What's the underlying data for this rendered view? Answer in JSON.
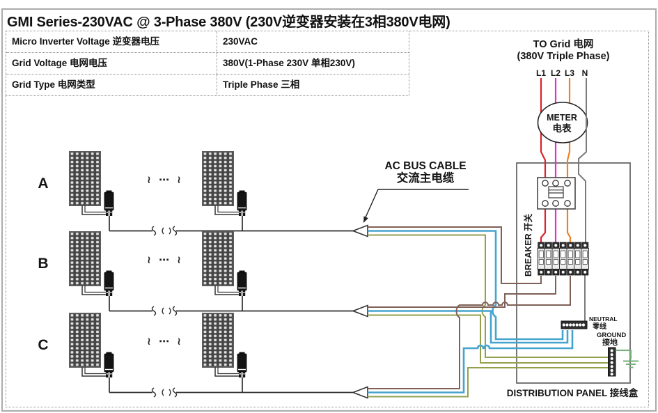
{
  "title": "GMI Series-230VAC @ 3-Phase 380V (230V逆变器安装在3相380V电网)",
  "spec_table": {
    "rows": [
      {
        "label": "Micro Inverter Voltage 逆变器电压",
        "value": "230VAC"
      },
      {
        "label": "Grid  Voltage 电网电压",
        "value": "380V(1-Phase 230V 单相230V)"
      },
      {
        "label": "Grid Type 电网类型",
        "value": "Triple Phase 三相"
      }
    ]
  },
  "grid_feed": {
    "heading_line1": "TO Grid 电网",
    "heading_line2": "(380V Triple Phase)",
    "phases": [
      "L1",
      "L2",
      "L3",
      "N"
    ]
  },
  "meter": {
    "line1": "METER",
    "line2": "电表"
  },
  "breaker_label": "BREAKER 开关",
  "ac_bus_cable": {
    "line1": "AC BUS CABLE",
    "line2": "交流主电缆"
  },
  "branches": [
    "A",
    "B",
    "C"
  ],
  "continuation_marker": "≀ ⋯ ≀",
  "neutral_bar": {
    "line1": "NEUTRAL",
    "line2": "零线"
  },
  "ground_bar": {
    "line1": "GROUND",
    "line2": "接地"
  },
  "distribution_panel_label": "DISTRIBUTION PANEL 接线盒",
  "colors": {
    "l1": "#d8232a",
    "l2": "#e32fc4",
    "l3": "#ef8123",
    "neutral_wire": "#7b7b7b",
    "live_bus": "#7d6057",
    "neutral_bus": "#45a4cf",
    "ground_bus": "#93a14f",
    "earth": "#74b077"
  }
}
